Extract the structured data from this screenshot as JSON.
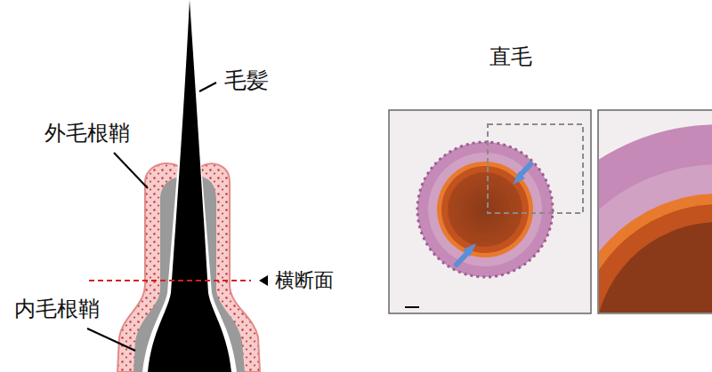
{
  "diagram": {
    "labels": [
      "毛髪",
      "外毛根鞘",
      "内毛根鞘",
      "横断面",
      "直毛"
    ]
  }
}
